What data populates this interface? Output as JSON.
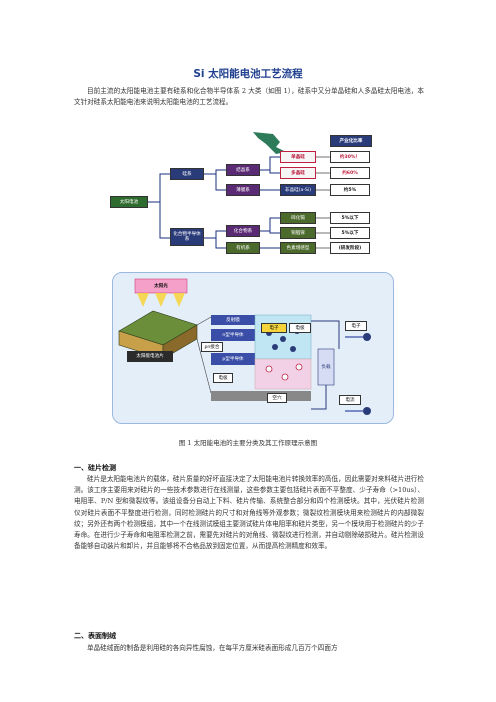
{
  "doc": {
    "title": "Si 太阳能电池工艺流程",
    "intro": "目前主流的太阳能电池主要有硅系和化合物半导体系 2 大类（如图 1），硅系中又分单晶硅和人多晶硅太阳电池，本文针对硅系太阳能电池来说明太阳能电池的工艺流程。",
    "caption": "图 1  太阳能电池的主要分类及其工作原理示意图",
    "section1_title": "一、硅片检测",
    "section1_body": "硅片是太阳能电池片的载体，硅片质量的好坏直接决定了太阳能电池片转换效率的高低，因此需要对来料硅片进行检测。该工序主要用来对硅片的一些技术参数进行在线测量，这些参数主要包括硅片表面不平整度、少子寿命（>10us）、电阻率、P/N 型和微裂纹等。该组设备分自动上下料、硅片传输、系统整合部分和四个检测模块。其中，光伏硅片检测仪对硅片表面不平整度进行检测，同时检测硅片的尺寸和对角线等外观参数；微裂纹检测模块用来检测硅片的内部微裂纹；另外还有两个检测模组，其中一个在线测试模组主要测试硅片体电阻率和硅片类型，另一个模块用于检测硅片的少子寿命。在进行少子寿命和电阻率检测之前，需要先对硅片的对角线、微裂纹进行检测，并自动剔除破损硅片。硅片检测设备能够自动装片和卸片，并且能够将不合格品放到固定位置，从而提高检测精度和效率。",
    "section2_title": "二、表面制绒",
    "section2_body": "单晶硅绒面的制备是利用硅的各向异性腐蚀，在每平方厘米硅表面形成几百万个四面方"
  },
  "figure": {
    "root": "太阳电池",
    "silicon": "硅系",
    "compound": "化合物半导体系",
    "crystal": "结晶系",
    "amorphous": "薄膜系",
    "mono": "单晶硅",
    "poly": "多晶硅",
    "amorph_si": "非晶硅(a-Si)",
    "compound_a": "化合物系",
    "organic": "有机系",
    "cigs": "铜铟镓",
    "cdte": "碲化镉",
    "dye": "色素增感型",
    "rate_head": "产业化比率",
    "rate_mono": "约30%！",
    "rate_poly": "约60%",
    "rate_asi": "约5%",
    "rate_cdte": "5%以下",
    "rate_cigs": "5%以下",
    "rate_dye": "(研发阶段)",
    "sun": "太阳光",
    "cell": "太阳能电池片",
    "electron": "电子",
    "hole": "空穴",
    "n_type": "n型半导体",
    "p_type": "p型半导体",
    "pn": "pn接合",
    "electrode_front": "反射膜",
    "electrode": "电极",
    "current": "电流",
    "load": "负载"
  }
}
